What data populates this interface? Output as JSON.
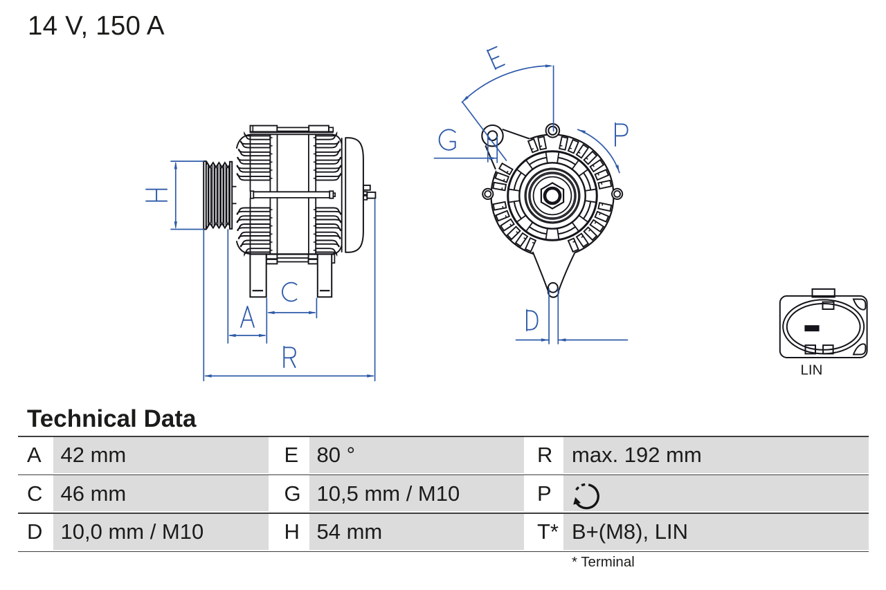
{
  "header": {
    "title": "14 V, 150 A"
  },
  "drawing": {
    "side_view": {
      "dim_letters": [
        "H",
        "A",
        "C",
        "R"
      ]
    },
    "front_view": {
      "dim_letters": [
        "E",
        "G",
        "P",
        "D"
      ]
    },
    "connector": {
      "label": "LIN"
    }
  },
  "table": {
    "title": "Technical Data",
    "note": "* Terminal",
    "rows": [
      {
        "cells": [
          {
            "label": "A",
            "value": "42 mm"
          },
          {
            "label": "E",
            "value": "80 °"
          },
          {
            "label": "R",
            "value": "max. 192 mm"
          }
        ]
      },
      {
        "cells": [
          {
            "label": "C",
            "value": "46 mm"
          },
          {
            "label": "G",
            "value": "10,5 mm / M10"
          },
          {
            "label": "P",
            "value": "",
            "icon": "rotation-direction-icon"
          }
        ]
      },
      {
        "cells": [
          {
            "label": "D",
            "value": "10,0 mm / M10"
          },
          {
            "label": "H",
            "value": "54 mm"
          },
          {
            "label": "T*",
            "value": "B+(M8), LIN"
          }
        ]
      }
    ]
  },
  "colors": {
    "drawing_line": "#14141a",
    "dimension_blue": "#2f5ba9",
    "table_cell_gray": "#dcdcdc",
    "text": "#1b1b19"
  }
}
